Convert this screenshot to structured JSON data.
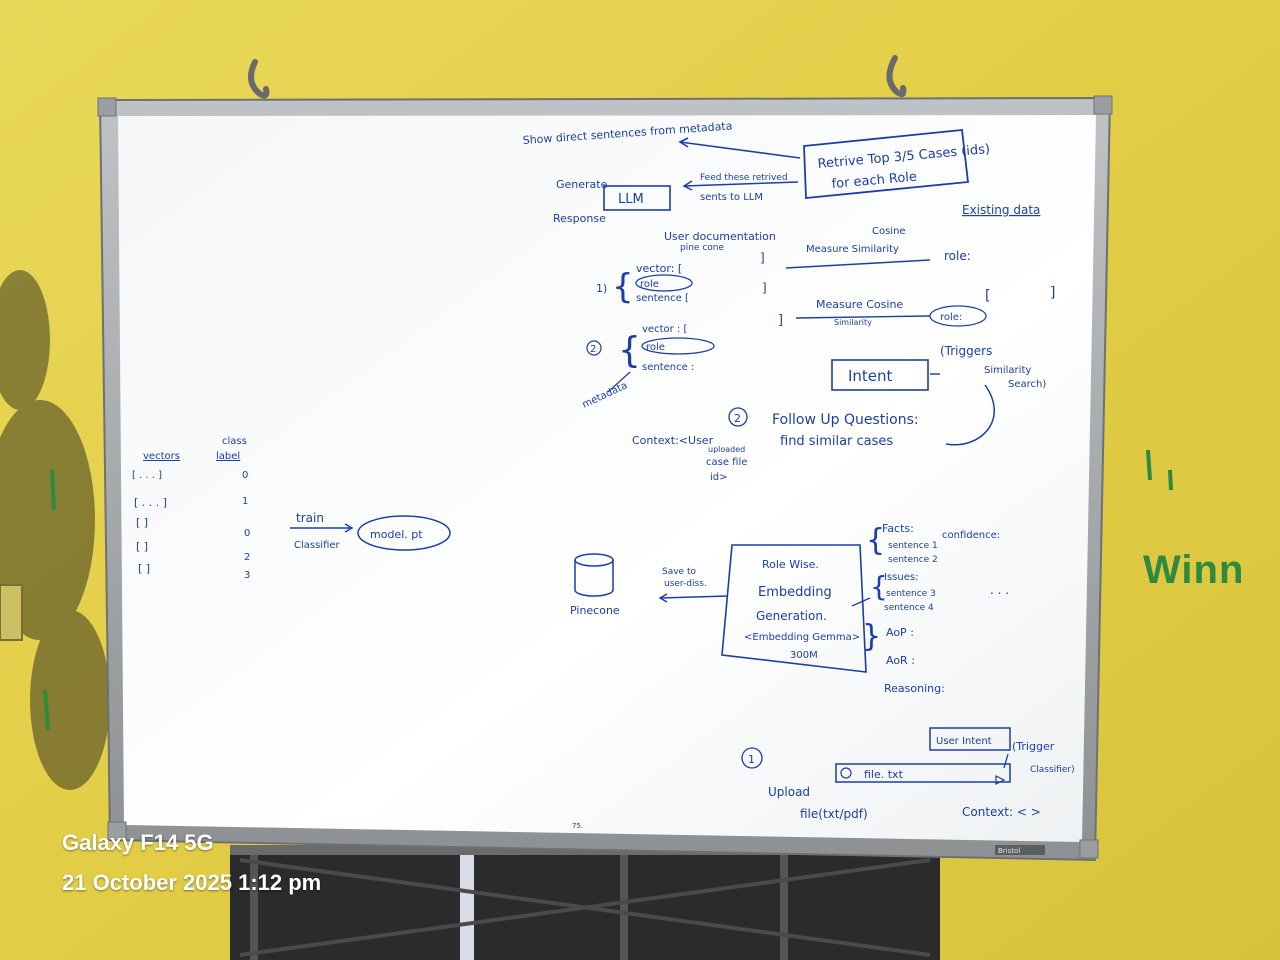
{
  "photo_stamp": {
    "device": "Galaxy F14 5G",
    "datetime": "21 October 2025 1:12 pm"
  },
  "wall_text": "Winn",
  "whiteboard": {
    "top_note": "Show direct sentences from metadata",
    "retrieve_box": [
      "Retrive Top 3/5 Cases (ids)",
      "for each Role"
    ],
    "feed_note": [
      "Feed these retrived",
      "sents to LLM"
    ],
    "generate": "Generate",
    "llm": "LLM",
    "response": "Response",
    "existing_data": "Existing data",
    "user_doc": [
      "User documentation",
      "pine cone"
    ],
    "cosine1": [
      "Cosine",
      "Measure Similarity"
    ],
    "role_colon": "role:",
    "item1": {
      "num": "1)",
      "vector": "vector: [",
      "role": "role",
      "sentence": "sentence [",
      "close1": "]",
      "close2": "]"
    },
    "measure2": [
      "Measure Cosine",
      "Similarity"
    ],
    "brackets2": {
      "open": "[",
      "close": "]",
      "close_left": "]"
    },
    "role2": "role:",
    "item2": {
      "num": "2",
      "vector": "vector : [",
      "role": "role",
      "sentence": "sentence :"
    },
    "metadata": "metadata",
    "intent": "Intent",
    "triggers": [
      "(Triggers",
      "Similarity",
      "Search)"
    ],
    "follow_up": {
      "num": "2",
      "line1": "Follow Up Questions:",
      "line2": "find similar cases"
    },
    "context": [
      "Context:<User",
      "uploaded",
      "case file",
      "id>"
    ],
    "class_table": {
      "headers": [
        "vectors",
        "class",
        "label"
      ],
      "rows": [
        {
          "vec": "[ . . . ]",
          "label": "0"
        },
        {
          "vec": "[ . . . ]",
          "label": "1"
        },
        {
          "vec": "[         ]",
          "label": "0"
        },
        {
          "vec": "[         ]",
          "label": "2"
        },
        {
          "vec": "[         ]",
          "label": "3"
        }
      ]
    },
    "train": "train",
    "classifier": "Classifier",
    "model": "model. pt",
    "pinecone": "Pinecone",
    "save_to": [
      "Save to",
      "user-diss."
    ],
    "rolewise_box": [
      "Role Wise.",
      "Embedding",
      "Generation.",
      "<Embedding Gemma>",
      "300M"
    ],
    "facts": {
      "title": "Facts:",
      "conf": "confidence:",
      "s1": "sentence 1",
      "s2": "sentence 2"
    },
    "issues": {
      "title": "Issues:",
      "s3": "sentence 3",
      "s4": "sentence 4"
    },
    "dots": ". . .",
    "aop": "AoP :",
    "aor": "AoR :",
    "reasoning": "Reasoning:",
    "user_intent": "User Intent",
    "trigger_classifier": [
      "(Trigger",
      "Classifier)"
    ],
    "step1": "1",
    "upload": [
      "Upload",
      "file(txt/pdf)"
    ],
    "file_bar": "file. txt",
    "context_bottom": "Context: < >",
    "bottom_mark": "75.",
    "brand": "Bristol"
  }
}
